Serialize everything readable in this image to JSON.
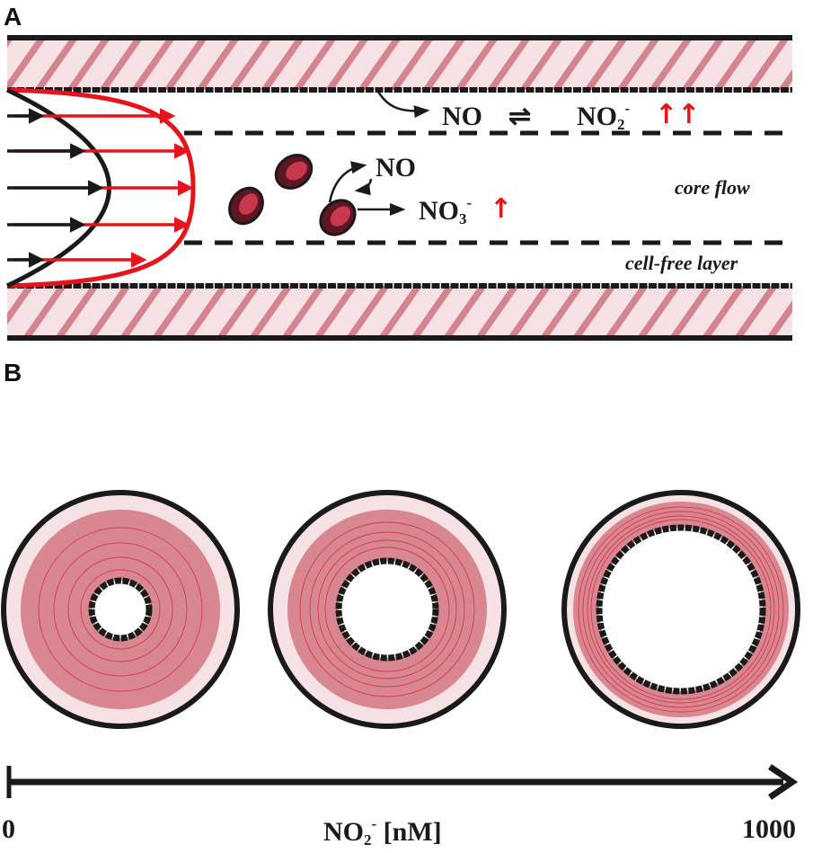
{
  "panels": {
    "a": "A",
    "b": "B"
  },
  "vessel": {
    "no_label": "NO",
    "equilibrium_symbol": "⇌",
    "no2_base": "NO",
    "no2_sub": "2",
    "no2_sup": "-",
    "no2_change": "↑↑",
    "rbc_no_label": "NO",
    "no3_base": "NO",
    "no3_sub": "3",
    "no3_sup": "-",
    "no3_change": "↑",
    "core_flow_label": "core flow",
    "cell_free_layer_label": "cell-free layer"
  },
  "axis": {
    "title_base": "NO",
    "title_sub": "2",
    "title_sup": "-",
    "title_unit": " [nM]",
    "min_label": "0",
    "max_label": "1000"
  },
  "colors": {
    "wall_fill": "#f6e1e4",
    "wall_hatch": "#d4848f",
    "ring_fill": "#d8868f",
    "ring_line": "#d43b4d",
    "outer_pale": "#f6e1e4",
    "red_accent": "#e8141b",
    "rbc_dark": "#5e1524",
    "rbc_light": "#c8384c",
    "outline": "#1a1a1a"
  }
}
